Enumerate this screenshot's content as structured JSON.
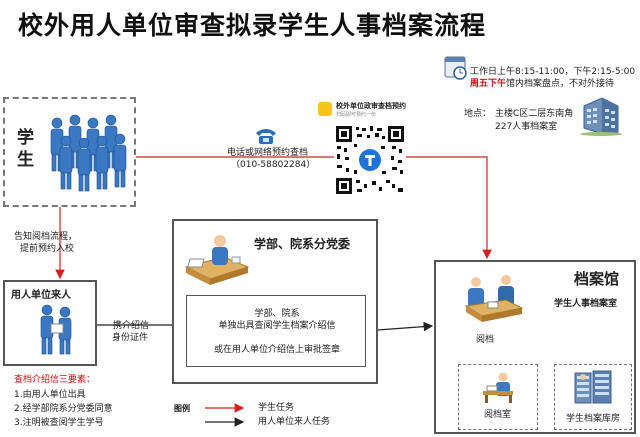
{
  "title": "校外用人单位审查拟录学生人事档案流程",
  "hours": {
    "line1": "工作日上午8:15-11:00，下午2:15-5:00",
    "friday_label": "周五下午",
    "friday_note": "馆内档案盘点，不对外接待"
  },
  "location": {
    "label": "地点：",
    "line1": "主楼C区二层东南角",
    "line2": "227人事档案室"
  },
  "qr": {
    "title": "校外单位政审查档预约",
    "subtitle": "扫码即可预约一份"
  },
  "contact": {
    "line1": "电话或网络预约查档",
    "line2": "（010-58802284）"
  },
  "student": {
    "label": "学生"
  },
  "notify": {
    "line1": "告知阅档流程，",
    "line2": "提前预约入校"
  },
  "employer": {
    "label": "用人单位来人"
  },
  "carry": {
    "line1": "携介绍信",
    "line2": "身份证件"
  },
  "department": {
    "title": "学部、院系分党委",
    "line1": "学部、院系",
    "line2": "单独出具查阅学生档案介绍信",
    "line3": "或在用人单位介绍信上审批签章"
  },
  "archive": {
    "title": "档案馆",
    "subtitle": "学生人事档案室",
    "read_label": "阅档",
    "room1": "阅档室",
    "room2": "学生档案库房"
  },
  "requirements": {
    "title": "查档介绍信三要素：",
    "items": [
      "1.由用人单位出具",
      "2.经学部院系分党委同意",
      "3.注明被查阅学生学号"
    ]
  },
  "legend": {
    "label": "图例",
    "student_task": "学生任务",
    "employer_task": "用人单位来人任务"
  },
  "colors": {
    "student_task": "#d42020",
    "employer_task": "#222222"
  }
}
